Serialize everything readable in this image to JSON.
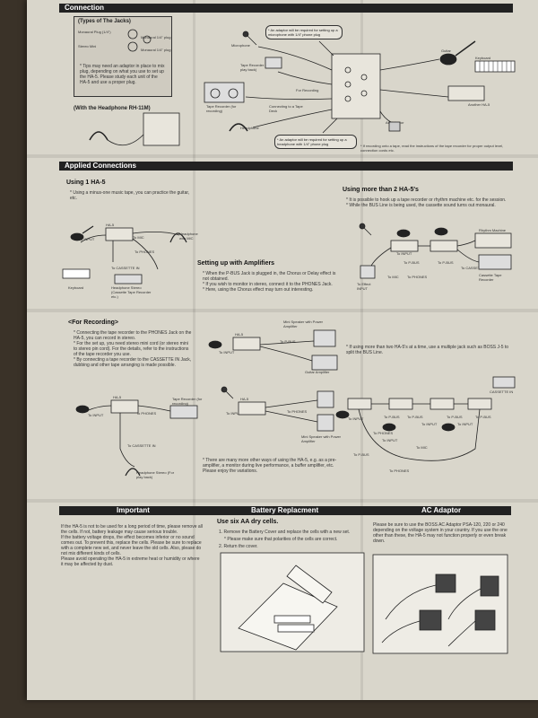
{
  "connection": {
    "title": "Connection",
    "types_caption": "(Types of The Jacks)",
    "jack_labels": [
      "Monaural Plug (1/4\")",
      "Stereo Mini",
      "Monaural 1/4\" plug",
      "Monaural 1/4\" plug"
    ],
    "tip": "* Tips may need an adaptor in place to mix plug, depending on what you use to set up the HA-5. Please study each unit of the HA-5 and use a proper plug.",
    "headphone_caption": "(With the Headphone RH-11M)",
    "adaptor_note_top": "* An adaptor will be required for setting up a microphone with 1/4\" phone plug",
    "adaptor_note_bottom": "* An adaptor will be required for setting up a headphone with 1/4\" phone plug",
    "labels": {
      "microphone": "Microphone",
      "tape_recorder_playback": "Tape Recorder (for play back)",
      "for_recording": "For Recording",
      "tape_recorder_recording": "Tape Recorder (for recording)",
      "connecting_tape_deck": "Connecting to a Tape Deck",
      "headphone": "Headphone",
      "guitar": "Guitar",
      "keyboard": "Keyboard",
      "another_ha5": "Another HA-5",
      "ac_adaptor": "AC Adaptor"
    },
    "recording_note": "* If recording onto a tape, read the instructions of the tape recorder for proper output level, connection cords etc."
  },
  "applied": {
    "title": "Applied Connections",
    "using1": {
      "heading": "Using 1 HA-5",
      "text": "* Using a minus-one music tape, you can practice the guitar, etc.",
      "labels": [
        "To INPUT",
        "To MIC",
        "Headphone with MIC",
        "To PHONES",
        "To CASSETTE IN",
        "Keyboard",
        "Headphone Stereo (Cassette Tape Recorder etc.)",
        "HA-5"
      ]
    },
    "amplifiers": {
      "heading": "Setting up with Amplifiers",
      "text": "* When the P-BUS Jack is plugged in, the Chorus or Delay effect is not obtained.\n* If you wish to monitor in stereo, connect it to the PHONES Jack.\n* Here, using the Chorus effect may turn out interesting."
    },
    "more2": {
      "heading": "Using more than 2 HA-5's",
      "text": "* It is possible to hook up a tape recorder or rhythm machine etc. for the session.\n* While the BUS Line is being used, the cassette sound turns out monaural.",
      "labels": [
        "Rhythm Machine",
        "To INPUT",
        "To P-BUS",
        "To P-BUS",
        "To CASSETTE IN",
        "To Effect INPUT",
        "To MIC",
        "To PHONES",
        "Cassette Tape Recorder"
      ]
    },
    "recording": {
      "heading": "<For Recording>",
      "text": "* Connecting the tape recorder to the PHONES Jack on the HA-5, you can record in stereo.\n* For the set up, you need stereo mini cord (or stereo mini to stereo pin cord). For the details, refer to the instructions of the tape recorder you use.\n* By connecting a tape recorder to the CASSETTE IN Jack, dubbing and other tape arranging is made possible.",
      "labels": [
        "To INPUT",
        "To PHONES",
        "Tape Recorder (for recording)",
        "To CASSETTE IN",
        "Headphone Stereo (For play back)",
        "HA-5"
      ]
    },
    "amp_diagram": {
      "labels": [
        "Mini Speaker with Power Amplifier",
        "To INPUT",
        "To P-BUS",
        "Guitar Amplifier",
        "To INPUT",
        "To PHONES",
        "Mini Speaker with Power Amplifier",
        "HA-5",
        "HA-5"
      ],
      "note": "* There are many more other ways of using the HA-5, e.g. as a pre-amplifier, a monitor during live performance, a buffer amplifier, etc. Please enjoy the variations."
    },
    "multi_note": "* If using more than two HA-5's at a time, use a multiple jack such as BOSS J-5 to split the BUS Line.",
    "multi_labels": [
      "To INPUT",
      "To P-BUS",
      "To P-BUS",
      "To INPUT",
      "To P-BUS",
      "To P-BUS",
      "To INPUT",
      "To PHONES",
      "To INPUT",
      "To P-BUS",
      "CASSETTE IN",
      "To PHONES",
      "To MIC"
    ]
  },
  "important": {
    "title": "Important",
    "text": "If the HA-5 is not to be used for a long period of time, please remove all the cells. If not, battery leakage may cause serious trouble.\nIf the battery voltage drops, the effect becomes inferior or no sound comes out. To prevent this, replace the cells. Please be sure to replace with a complete new set, and never leave the old cells. Also, please do not mix different kinds of cells.\nPlease avoid operating the HA-5 in extreme heat or humidity or where it may be affected by dust."
  },
  "battery": {
    "title": "Battery Replacment",
    "heading": "Use six AA dry cells.",
    "steps": [
      "1. Remove the Battery Cover and replace the cells with a new set.",
      "* Please make sure that polarities of the cells are correct.",
      "2. Return the cover."
    ]
  },
  "ac_adaptor": {
    "title": "AC Adaptor",
    "text": "Please be sure to use the BOSS AC Adaptor PSA-120, 220 or 240 depending on the voltage system in your country. If you use the one other than these, the HA-5 may not function properly or even break down."
  }
}
